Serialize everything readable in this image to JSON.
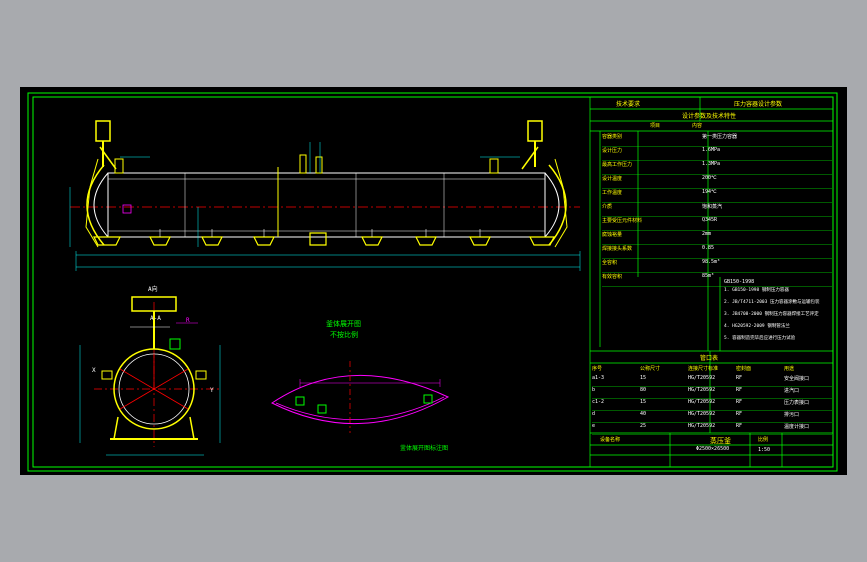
{
  "colors": {
    "background": "#000000",
    "frame": "#00ff00",
    "vessel": "#ffffff",
    "support": "#ffff00",
    "centerline": "#ff0000",
    "dimension": "#00ffff",
    "annotation": "#ff00ff",
    "note": "#00ff00",
    "canvas_border": "#a8aaae"
  },
  "drawing": {
    "detail_label": "A向",
    "section_label": "A-A",
    "note_line_1": "釜体展开图",
    "note_line_2": "不按比例",
    "bottom_caption": "釜体展开图标注图",
    "radius_label": "R",
    "mark_x": "X",
    "mark_y": "Y"
  },
  "title_block": {
    "header_left": "技术要求",
    "header_right": "压力容器设计参数",
    "sub_header": "设计参数及技术特性",
    "col_a": "项目",
    "col_b": "内容",
    "rows": [
      {
        "label": "容器类别",
        "value": "第一类压力容器"
      },
      {
        "label": "设计压力",
        "value": "1.6MPa"
      },
      {
        "label": "最高工作压力",
        "value": "1.3MPa"
      },
      {
        "label": "设计温度",
        "value": "200℃"
      },
      {
        "label": "工作温度",
        "value": "194℃"
      },
      {
        "label": "介质",
        "value": "饱和蒸汽"
      },
      {
        "label": "主要受压元件材料",
        "value": "Q345R"
      },
      {
        "label": "腐蚀裕量",
        "value": "2mm"
      },
      {
        "label": "焊接接头系数",
        "value": "0.85"
      },
      {
        "label": "全容积",
        "value": "98.5m³"
      },
      {
        "label": "有效容积",
        "value": "85m³"
      }
    ],
    "standards_header": "GB150-1998",
    "standards": [
      "1. GB150-1998 钢制压力容器",
      "2. JB/T4711-2003 压力容器涂敷与运输包装",
      "3. JB4708-2000 钢制压力容器焊接工艺评定",
      "4. HG20592-2009 钢制管法兰",
      "5. 容器制造完毕后应进行压力试验"
    ],
    "nozzle_table_header": "管口表",
    "nozzle_cols": [
      "序号",
      "公称尺寸",
      "连接尺寸标准",
      "密封面",
      "用途"
    ],
    "nozzles": [
      {
        "id": "a1-3",
        "dn": "15",
        "std": "HG/T20592",
        "face": "RF",
        "use": "安全阀接口"
      },
      {
        "id": "b",
        "dn": "80",
        "std": "HG/T20592",
        "face": "RF",
        "use": "进汽口"
      },
      {
        "id": "c1-2",
        "dn": "15",
        "std": "HG/T20592",
        "face": "RF",
        "use": "压力表接口"
      },
      {
        "id": "d",
        "dn": "40",
        "std": "HG/T20592",
        "face": "RF",
        "use": "排污口"
      },
      {
        "id": "e",
        "dn": "25",
        "std": "HG/T20592",
        "face": "RF",
        "use": "温度计接口"
      }
    ],
    "bottom_left": "设备名称",
    "bottom_title": "蒸压釜",
    "drawing_no": "Φ2500×26500",
    "scale_label": "比例",
    "scale_value": "1:50"
  }
}
